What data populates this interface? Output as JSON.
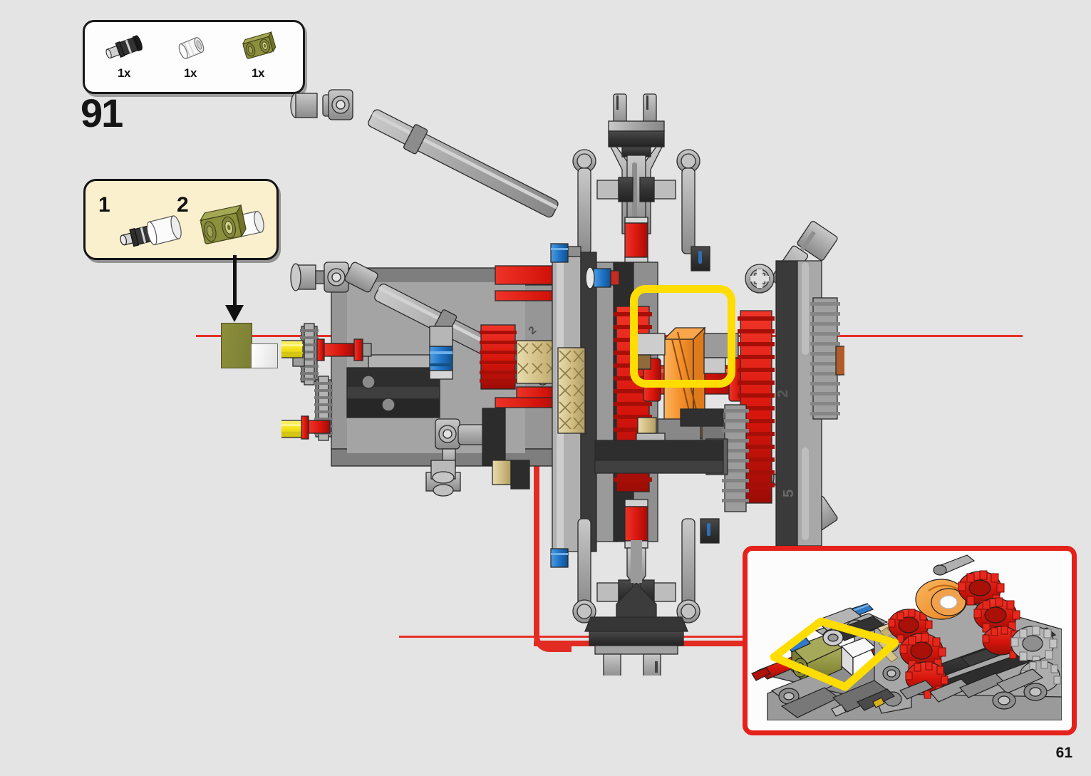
{
  "page": {
    "number": "61",
    "background_color": "#e4e4e4"
  },
  "step": {
    "number": "91"
  },
  "parts_bin": {
    "items": [
      {
        "qty": "1x",
        "icon": "axle-pin-connector-icon",
        "color": "#2b2b2b",
        "name": "black axle pin"
      },
      {
        "qty": "1x",
        "icon": "bushing-icon",
        "color": "#f4f4f4",
        "name": "white bushing"
      },
      {
        "qty": "1x",
        "icon": "beam-2l-icon",
        "color": "#8c8f3c",
        "name": "olive green 2L beam"
      }
    ]
  },
  "subassembly": {
    "background_color": "#fbf0cd",
    "substeps": [
      {
        "label": "1",
        "description": "attach black axle pin into white bushing"
      },
      {
        "label": "2",
        "description": "attach olive green beam onto white bushing"
      }
    ]
  },
  "highlights": {
    "main_box_color": "#ffdd00",
    "inset_box_color": "#ffdd00",
    "leader_color": "#e22b22",
    "guide_line_color": "#e63027"
  },
  "main_model": {
    "label_beam_upper": "2",
    "label_beam_lower": "5",
    "colors": {
      "red": "#e01b12",
      "orange": "#f79433",
      "blue": "#1f74c8",
      "yellow": "#f2e218",
      "tan": "#d9c88f",
      "gray_light": "#b8b8b8",
      "gray_mid": "#8e8e8e",
      "gray_dark": "#5a5a5a",
      "black": "#2b2b2b",
      "olive": "#8c8f3c",
      "white": "#ffffff"
    }
  },
  "inset_detail": {
    "border_color": "#e4211a",
    "background_color": "#fdfdfd",
    "description": "close-up photo of gearbox showing placement of olive beam and white bushing"
  }
}
